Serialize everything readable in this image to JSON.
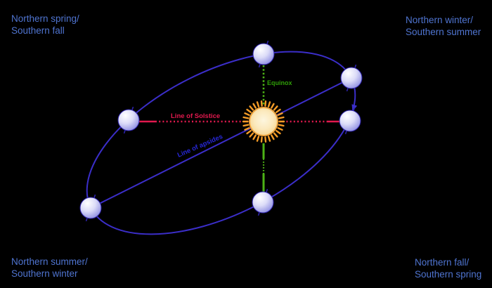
{
  "corner_labels": {
    "top_left": [
      "Northern spring/",
      "Southern fall"
    ],
    "top_right": [
      "Northern winter/",
      "Southern summer"
    ],
    "bottom_left": [
      "Northern summer/",
      "Southern winter"
    ],
    "bottom_right": [
      "Northern fall/",
      "Southern spring"
    ]
  },
  "line_labels": {
    "equinox": "Equinox",
    "solstice": "Line of Solstice",
    "apsides": "Line of apsides"
  },
  "icons": {
    "sun": "sun-icon",
    "earth": "earth-icon",
    "orbit_direction": "orbit-direction-arrow-icon"
  },
  "colors": {
    "background": "#000000",
    "orbit_blue": "#3b2ec9",
    "label_blue": "#4f74d0",
    "apsides_label_blue": "#2727d8",
    "solstice_red": "#e1194e",
    "equinox_green": "#4cb216",
    "equinox_label_green": "#2f9e08",
    "sun_outline": "#f2a843",
    "sun_ray": "#f59c26",
    "earth_outline": "#2d22aa"
  }
}
